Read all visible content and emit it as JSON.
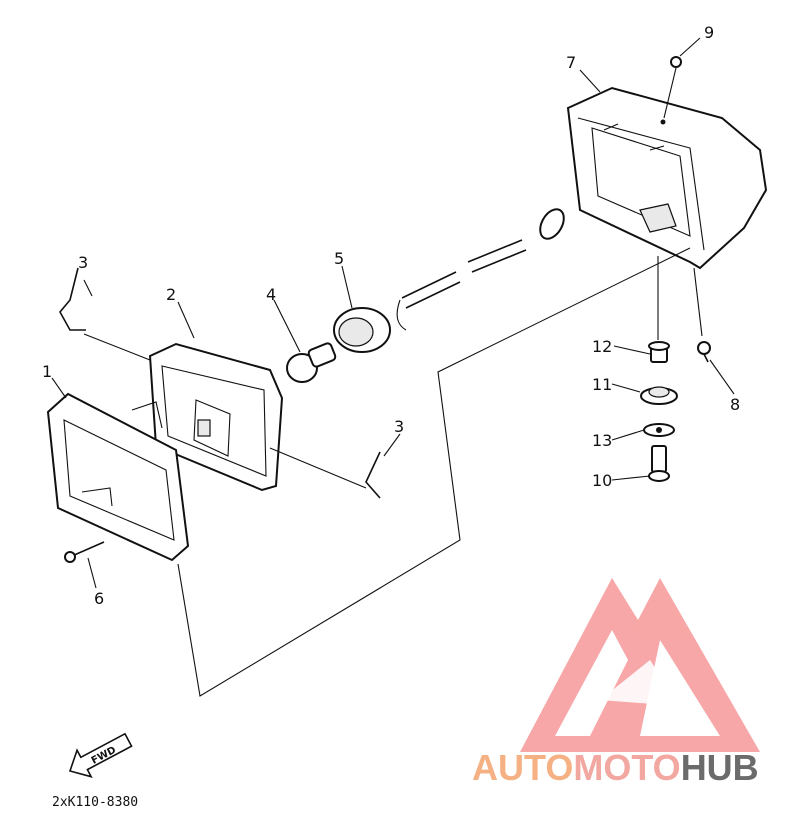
{
  "callouts": {
    "c1": "1",
    "c2": "2",
    "c3a": "3",
    "c3b": "3",
    "c4": "4",
    "c5": "5",
    "c6": "6",
    "c7": "7",
    "c8": "8",
    "c9": "9",
    "c10": "10",
    "c11": "11",
    "c12": "12",
    "c13": "13"
  },
  "fwd_label": "FWD",
  "diagram_code": "2xK110-8380",
  "watermark": {
    "text_auto": "AUTO",
    "text_moto": "MOTO",
    "text_hub": "HUB",
    "color_auto": "#f5b183",
    "color_moto": "#f2a7a0",
    "color_hub": "#6b6b6b",
    "logo_color": "#f58a8a"
  }
}
